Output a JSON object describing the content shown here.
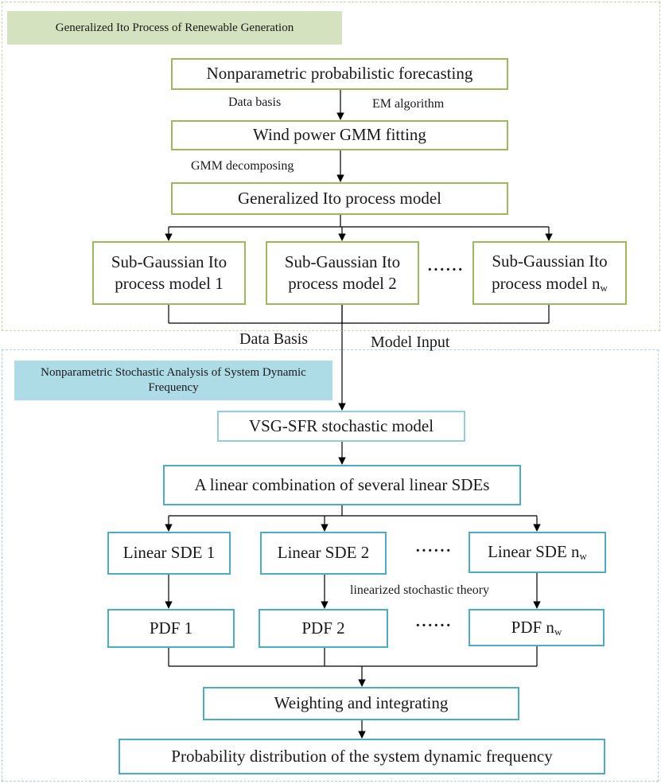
{
  "top_section": {
    "title": "Generalized Ito Process of Renewable Generation",
    "forecasting": "Nonparametric probabilistic forecasting",
    "label_data_basis": "Data basis",
    "label_em": "EM algorithm",
    "gmm_fitting": "Wind power GMM fitting",
    "label_gmm_decomposing": "GMM decomposing",
    "ito_model": "Generalized Ito process model",
    "sub_models": [
      {
        "line1": "Sub-Gaussian Ito",
        "line2": "process model 1",
        "sub": ""
      },
      {
        "line1": "Sub-Gaussian Ito",
        "line2": "process model 2",
        "sub": ""
      },
      {
        "line1": "Sub-Gaussian Ito",
        "line2": "process model n",
        "sub": "w"
      }
    ],
    "ellipsis": "······"
  },
  "link_labels": {
    "data_basis": "Data Basis",
    "model_input": "Model Input"
  },
  "bottom_section": {
    "title": "Nonparametric Stochastic Analysis of System Dynamic Frequency",
    "vsg_model": "VSG-SFR stochastic model",
    "linear_combination": "A linear combination of several linear SDEs",
    "sdes": [
      {
        "text": "Linear SDE 1",
        "sub": ""
      },
      {
        "text": "Linear SDE 2",
        "sub": ""
      },
      {
        "text": "Linear SDE n",
        "sub": "w"
      }
    ],
    "label_linearized": "linearized stochastic theory",
    "pdfs": [
      {
        "text": "PDF 1",
        "sub": ""
      },
      {
        "text": "PDF 2",
        "sub": ""
      },
      {
        "text": "PDF n",
        "sub": "w"
      }
    ],
    "ellipsis": "······",
    "weighting": "Weighting and integrating",
    "probability": "Probability distribution of the system dynamic frequency"
  }
}
